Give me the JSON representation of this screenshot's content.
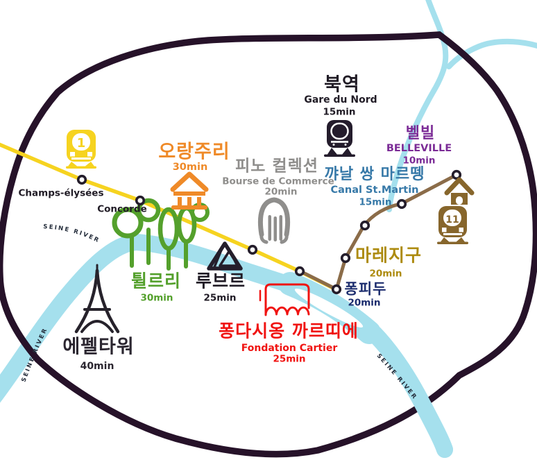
{
  "map_name": "paris-travel-map",
  "colors": {
    "ring_road": "#261229",
    "river": "#a5e0ed",
    "metro_line_1": "#f6d320",
    "route_line_brown": "#8b6c49",
    "orangerie_accent": "#ef8a28",
    "pinault_accent": "#8f8e8c",
    "belleville_accent": "#7b2b96",
    "canal_accent": "#3779a8",
    "pompidou_accent": "#1c2d6e",
    "marais_accent": "#ad8b0f",
    "tuileries_accent": "#54a02c",
    "cartier_accent": "#f01311"
  },
  "lines": {
    "metro_1_badge": "1",
    "metro_11_badge": "11"
  },
  "river": {
    "label": "SEINE RIVER"
  },
  "stations": {
    "champs_elysees": "Champs-élysées",
    "concorde": "Concorde"
  },
  "pois": {
    "orangerie": {
      "ko": "오랑주리",
      "time": "30min"
    },
    "pinault": {
      "ko": "피노 컬렉션",
      "en": "Bourse de Commerce",
      "time": "20min"
    },
    "gare_du_nord": {
      "ko": "북역",
      "en": "Gare du Nord",
      "time": "15min"
    },
    "belleville": {
      "ko": "벨빌",
      "en": "BELLEVILLE",
      "time": "10min"
    },
    "canal_st_martin": {
      "ko": "꺄날 쌍 마르뗑",
      "en": "Canal St.Martin",
      "time": "15min"
    },
    "marais": {
      "ko": "마레지구",
      "time": "20min"
    },
    "pompidou": {
      "ko": "퐁피두",
      "time": "20min"
    },
    "tuileries": {
      "ko": "튈르리",
      "time": "30min"
    },
    "louvre": {
      "ko": "루브르",
      "time": "25min"
    },
    "eiffel_tower": {
      "ko": "에펠타워",
      "time": "40min"
    },
    "fondation_cartier": {
      "ko": "퐁다시옹 까르띠에",
      "en": "Fondation Cartier",
      "time": "25min"
    }
  }
}
